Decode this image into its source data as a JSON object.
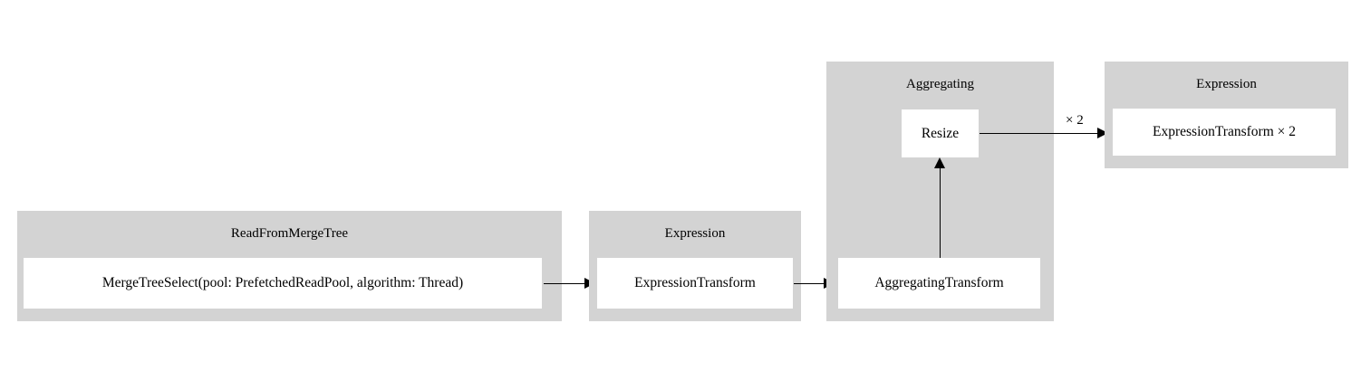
{
  "diagram": {
    "type": "pipeline-graph",
    "background_color": "#ffffff",
    "cluster_fill": "#d3d3d3",
    "node_fill": "#ffffff",
    "edge_color": "#000000",
    "clusters": [
      {
        "id": "read-from-merge-tree",
        "label": "ReadFromMergeTree",
        "nodes": [
          {
            "id": "merge-tree-select",
            "label": "MergeTreeSelect(pool: PrefetchedReadPool, algorithm: Thread)"
          }
        ]
      },
      {
        "id": "expression-1",
        "label": "Expression",
        "nodes": [
          {
            "id": "expression-transform",
            "label": "ExpressionTransform"
          }
        ]
      },
      {
        "id": "aggregating",
        "label": "Aggregating",
        "nodes": [
          {
            "id": "resize",
            "label": "Resize"
          },
          {
            "id": "aggregating-transform",
            "label": "AggregatingTransform"
          }
        ]
      },
      {
        "id": "expression-2",
        "label": "Expression",
        "nodes": [
          {
            "id": "expression-transform-x2",
            "label": "ExpressionTransform × 2"
          }
        ]
      }
    ],
    "edges": [
      {
        "id": "edge-merge-to-expression",
        "from": "merge-tree-select",
        "to": "expression-transform",
        "label": ""
      },
      {
        "id": "edge-expression-to-aggregating",
        "from": "expression-transform",
        "to": "aggregating-transform",
        "label": ""
      },
      {
        "id": "edge-aggregating-to-resize",
        "from": "aggregating-transform",
        "to": "resize",
        "label": ""
      },
      {
        "id": "edge-resize-to-expression2",
        "from": "resize",
        "to": "expression-transform-x2",
        "label": "× 2"
      }
    ]
  }
}
